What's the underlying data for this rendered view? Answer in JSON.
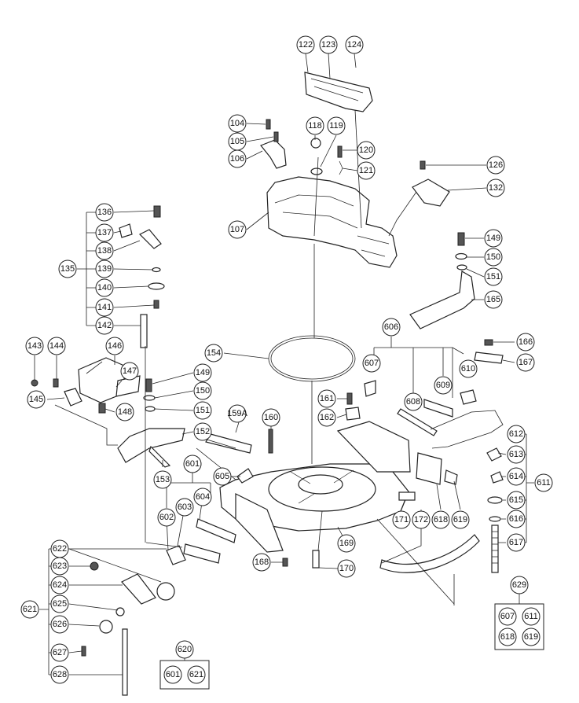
{
  "callouts": [
    "122",
    "123",
    "124",
    "104",
    "105",
    "106",
    "118",
    "119",
    "120",
    "121",
    "126",
    "132",
    "107",
    "136",
    "137",
    "138",
    "135",
    "139",
    "140",
    "141",
    "142",
    "149",
    "150",
    "151",
    "165",
    "143",
    "144",
    "146",
    "147",
    "145",
    "148",
    "149",
    "150",
    "151",
    "152",
    "154",
    "606",
    "166",
    "167",
    "607",
    "610",
    "609",
    "608",
    "161",
    "162",
    "159A",
    "160",
    "153",
    "601",
    "605",
    "604",
    "603",
    "602",
    "612",
    "613",
    "611",
    "614",
    "615",
    "616",
    "617",
    "171",
    "172",
    "618",
    "619",
    "168",
    "169",
    "170",
    "622",
    "623",
    "624",
    "621",
    "625",
    "626",
    "627",
    "628",
    "629",
    "607",
    "611",
    "618",
    "619",
    "620",
    "601",
    "621"
  ]
}
